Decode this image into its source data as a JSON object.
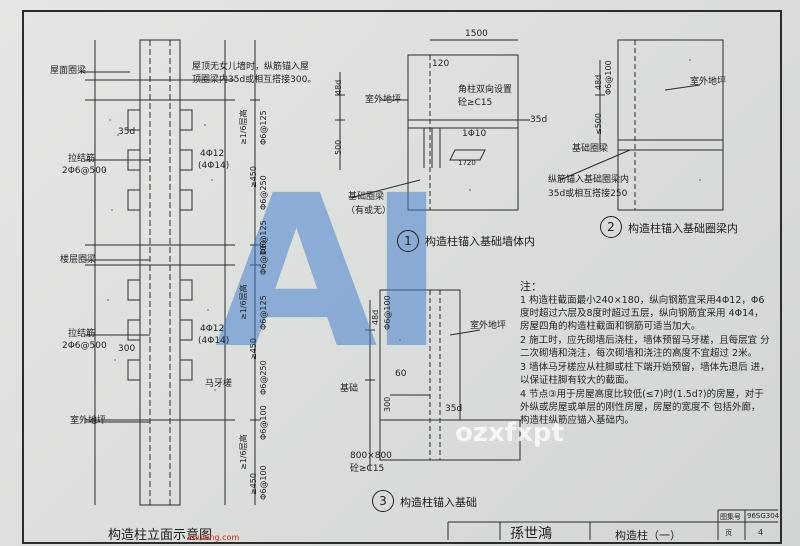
{
  "elevation": {
    "labels": [
      "屋面圈梁",
      "拉结筋",
      "2Φ6@500",
      "楼层圈梁",
      "拉结筋",
      "2Φ6@500",
      "室外地坪"
    ],
    "notes": [
      "屋顶无女儿墙时，纵筋锚入屋",
      "顶圈梁内35d或相互搭接300。",
      "4Φ12",
      "(4Φ14)",
      "马牙槎",
      "4Φ12",
      "(4Φ14)",
      "35d",
      "300"
    ],
    "dims": [
      "≥1/6层高",
      "≥450",
      "Φ6@125",
      "Φ6@250",
      "Φ6@100",
      "≥1/6层高",
      "≥450",
      "Φ6@100",
      "Φ6@125",
      "Φ6@250",
      "≥1/6层高",
      "≥450",
      "Φ6@100",
      "Φ6@125"
    ],
    "caption": "构造柱立面示意图"
  },
  "detail1": {
    "dims": [
      "1500",
      "48d",
      "500",
      "1Φ10",
      "120",
      "1720",
      "35d"
    ],
    "labels": [
      "角柱双向设置",
      "砼≥C15",
      "室外地坪",
      "基础圈梁",
      "（有或无）"
    ],
    "caption": "构造柱锚入基础墙体内",
    "num": "1"
  },
  "detail2": {
    "dims": [
      "48d",
      "Φ6@100",
      "≤500"
    ],
    "labels": [
      "室外地坪",
      "基础圈梁",
      "纵筋锚入基础圈梁内",
      "35d或相互搭接250"
    ],
    "caption": "构造柱锚入基础圈梁内",
    "num": "2"
  },
  "detail3": {
    "dims": [
      "48d",
      "Φ6@100",
      "60",
      "300",
      "35d",
      "800×800",
      "砼≥C15"
    ],
    "labels": [
      "室外地坪",
      "基础"
    ],
    "caption": "构造柱锚入基础",
    "num": "3"
  },
  "notes": {
    "head": "注：",
    "items": [
      "1  构造柱截面最小240×180，纵向钢筋宜采用4Φ12，Φ6 度时超过六层及8度时超过五层，纵向钢筋宜采用 4Φ14，房屋四角的构造柱截面和钢筋可适当加大。",
      "2  施工时，应先砌墙后浇柱，墙体预留马牙槎，且每层宜 分二次砌墙和浇注，每次砌墙和浇注的高度不宜超过 2米。",
      "3  墙体马牙槎应从柱脚或柱下端开始预留，墙体先退后 进，以保证柱脚有较大的截面。",
      "4  节点③用于房屋高度比较低(≤7)时(1.5d?)的房屋，对于外纵或房屋或单层的刚性房屋，房屋的宽度不 包括外廊，构造柱纵筋应锚入基础内。"
    ]
  },
  "titleblock": {
    "sig": "孫世鴻",
    "title": "构造柱（一）",
    "fig": "图集号",
    "figno": "96SG304",
    "page": "页",
    "pageno": "4"
  },
  "watermark": {
    "big": "AI",
    "small": "zhulong.com",
    "site": "ozxfxpt"
  },
  "redtag": "zhulong.com"
}
